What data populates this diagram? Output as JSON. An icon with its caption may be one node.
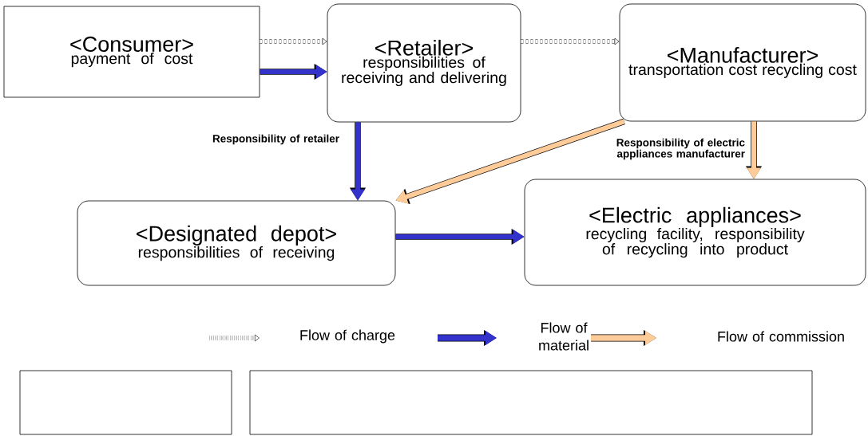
{
  "diagram": {
    "nodes": [
      {
        "text": [
          "<Consumer>",
          "payment of cost"
        ]
      },
      {
        "text": [
          "<Retailer>",
          "responsibilities of receiving and delivering"
        ]
      },
      {
        "text": [
          "<Manufacturer>",
          "transportation cost recycling cost"
        ]
      },
      {
        "text": [
          "<Designated depot>",
          "responsibilities of receiving"
        ]
      },
      {
        "text": [
          "<Electric appliances>",
          "recycling facility, responsibility of recycling into product"
        ]
      },
      {
        "text": [],
        "shape": "box"
      },
      {
        "text": [],
        "shape": "box"
      }
    ],
    "edges": [
      {
        "from": 0,
        "to": 1,
        "arrow": "to",
        "style": "dashed",
        "color": "#000000"
      },
      {
        "from": 1,
        "to": 2,
        "arrow": "to",
        "style": "dashed",
        "color": "#000000"
      },
      {
        "from": 0,
        "to": 1,
        "arrow": "to",
        "color": "#3333cc"
      },
      {
        "from": 1,
        "to": 3,
        "arrow": "to",
        "label": "Responsibility of retailer",
        "color": "#3333cc"
      },
      {
        "from": 2,
        "to": 3,
        "arrow": "to",
        "color": "#ffcc99"
      },
      {
        "from": 2,
        "to": 4,
        "arrow": "to",
        "label": "Responsibility of electric appliances manufacturer",
        "color": "#ffcc99"
      },
      {
        "from": 3,
        "to": 4,
        "arrow": "to",
        "color": "#3333cc"
      }
    ],
    "legend": [
      {
        "text": "Flow of charge"
      },
      {
        "text": "Flow of material"
      },
      {
        "text": "Flow of commission"
      }
    ]
  }
}
